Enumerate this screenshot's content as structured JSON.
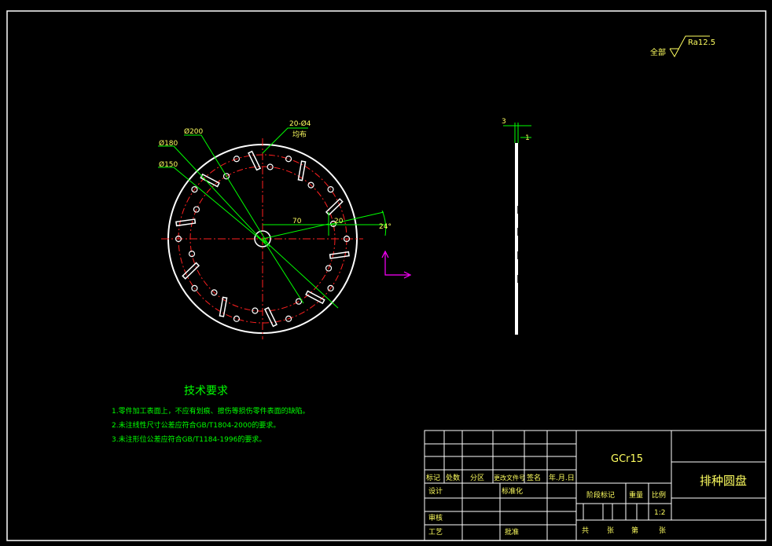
{
  "surface_finish": {
    "prefix": "全部",
    "value": "Ra12.5"
  },
  "dims": {
    "d200": "Ø200",
    "d180": "Ø180",
    "d150": "Ø150",
    "holes": "20-Ø4",
    "holes_note": "均布",
    "r70": "70",
    "r20": "20",
    "angle": "24°",
    "thick": "3",
    "step": "1"
  },
  "tech": {
    "title": "技术要求",
    "lines": [
      "1.零件加工表面上，不应有划痕、擦伤等损伤零件表面的缺陷。",
      "2.未注线性尺寸公差应符合GB/T1804-2000的要求。",
      "3.未注形位公差应符合GB/T1184-1996的要求。"
    ]
  },
  "title_block": {
    "material": "GCr15",
    "part_name": "排种圆盘",
    "row_labels": [
      "标记",
      "处数",
      "分区",
      "更改文件号",
      "签名",
      "年.月.日"
    ],
    "design": "设计",
    "standardize": "标准化",
    "stage_mark": "阶段标记",
    "weight": "重量",
    "scale_label": "比例",
    "scale": "1:2",
    "review": "审核",
    "process": "工艺",
    "approve": "批准",
    "total": "共",
    "sheets1": "张",
    "no": "第",
    "sheets2": "张"
  },
  "colors": {
    "frame": "#ffffff",
    "dim": "#00ff00",
    "center": "#ff2020",
    "ucs": "#ff00ff",
    "text": "#ffff60"
  }
}
